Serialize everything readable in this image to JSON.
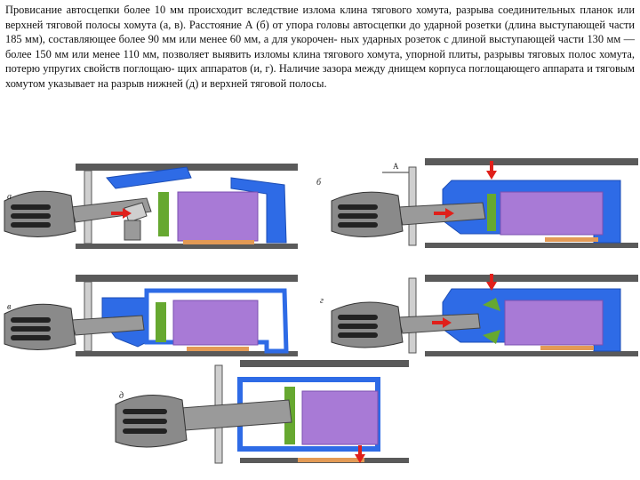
{
  "description": {
    "lines": [
      "Провисание автосцепки более 10 мм происходит вследствие излома клина тягового хомута, разрыва",
      "соединительных планок или верхней тяговой полосы хомута (а, в). Расстояние А (б) от упора головы автосцепки до",
      "ударной розетки (длина выступающей части 185 мм), составляющее более 90 мм или менее 60 мм, а для укорочен-",
      "ных ударных розеток с длиной выступающей части 130 мм — более 150 мм или менее 110 мм, позволяет выявить",
      "изломы клина тягового хомута, упорной плиты, разрывы тяговых полос хомута, потерю упругих свойств поглощаю-",
      "щих аппаратов (и, г). Наличие зазора между днищем корпуса поглощающего аппарата и тяговым хомутом указывает",
      "на разрыв нижней (д) и верхней тяговой полосы."
    ]
  },
  "figures": {
    "a": {
      "label": "а"
    },
    "b": {
      "label": "б",
      "dimension_label": "A"
    },
    "v": {
      "label": "в"
    },
    "g": {
      "label": "г"
    },
    "d": {
      "label": "д"
    }
  },
  "colors": {
    "yoke": "#2e6be6",
    "yoke_dark": "#1c4db5",
    "absorber": "#a87ad6",
    "absorber_dark": "#7a4fb0",
    "spring": "#66a830",
    "arrow": "#e0201b",
    "plate": "#e39a55",
    "coupler_body": "#9a9a9a",
    "frame": "#6c6c6c"
  }
}
